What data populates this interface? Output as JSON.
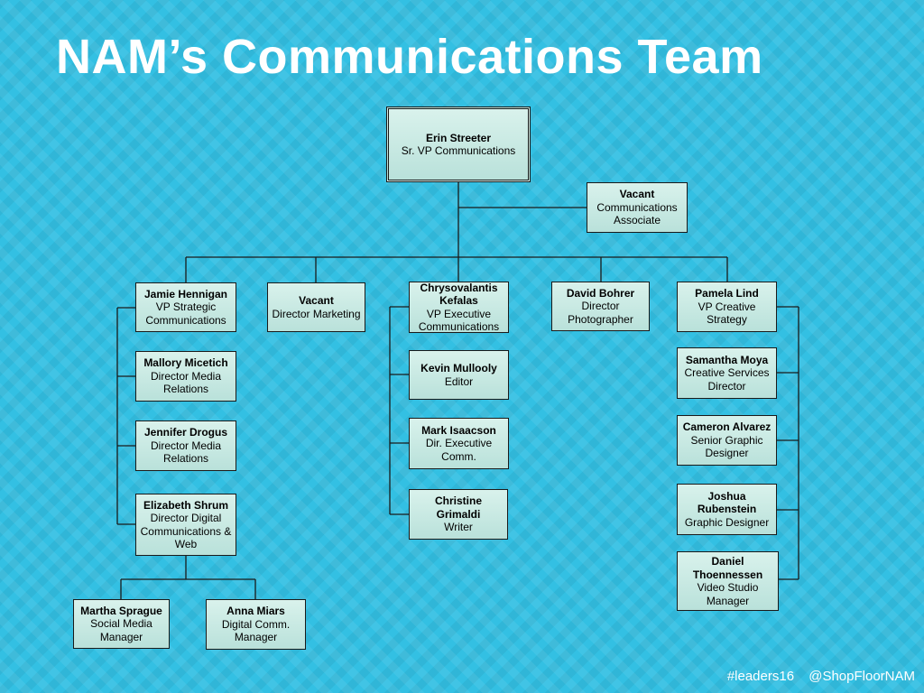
{
  "title": "NAM’s Communications Team",
  "footer": {
    "hashtag": "#leaders16",
    "handle": "@ShopFloorNAM"
  },
  "org": {
    "top": {
      "name": "Erin Streeter",
      "role": "Sr. VP Communications"
    },
    "associate": {
      "name": "Vacant",
      "role": "Communications Associate"
    },
    "jamie": {
      "name": "Jamie Hennigan",
      "role": "VP Strategic Communications"
    },
    "vacant_marketing": {
      "name": "Vacant",
      "role": "Director Marketing"
    },
    "chrysovalantis": {
      "name": "Chrysovalantis Kefalas",
      "role": "VP Executive Communications"
    },
    "david": {
      "name": "David Bohrer",
      "role": "Director Photographer"
    },
    "pamela": {
      "name": "Pamela Lind",
      "role": "VP Creative Strategy"
    },
    "mallory": {
      "name": "Mallory Micetich",
      "role": "Director Media Relations"
    },
    "jennifer": {
      "name": "Jennifer Drogus",
      "role": "Director Media Relations"
    },
    "elizabeth": {
      "name": "Elizabeth Shrum",
      "role": "Director Digital Communications & Web"
    },
    "martha": {
      "name": "Martha Sprague",
      "role": "Social Media Manager"
    },
    "anna": {
      "name": "Anna Miars",
      "role": "Digital Comm. Manager"
    },
    "kevin": {
      "name": "Kevin Mullooly",
      "role": "Editor"
    },
    "mark": {
      "name": "Mark Isaacson",
      "role": "Dir. Executive Comm."
    },
    "christine": {
      "name": "Christine Grimaldi",
      "role": "Writer"
    },
    "samantha": {
      "name": "Samantha Moya",
      "role": "Creative Services Director"
    },
    "cameron": {
      "name": "Cameron Alvarez",
      "role": "Senior Graphic Designer"
    },
    "joshua": {
      "name": "Joshua Rubenstein",
      "role": "Graphic Designer"
    },
    "daniel": {
      "name": "Daniel Thoennessen",
      "role": "Video Studio Manager"
    }
  }
}
